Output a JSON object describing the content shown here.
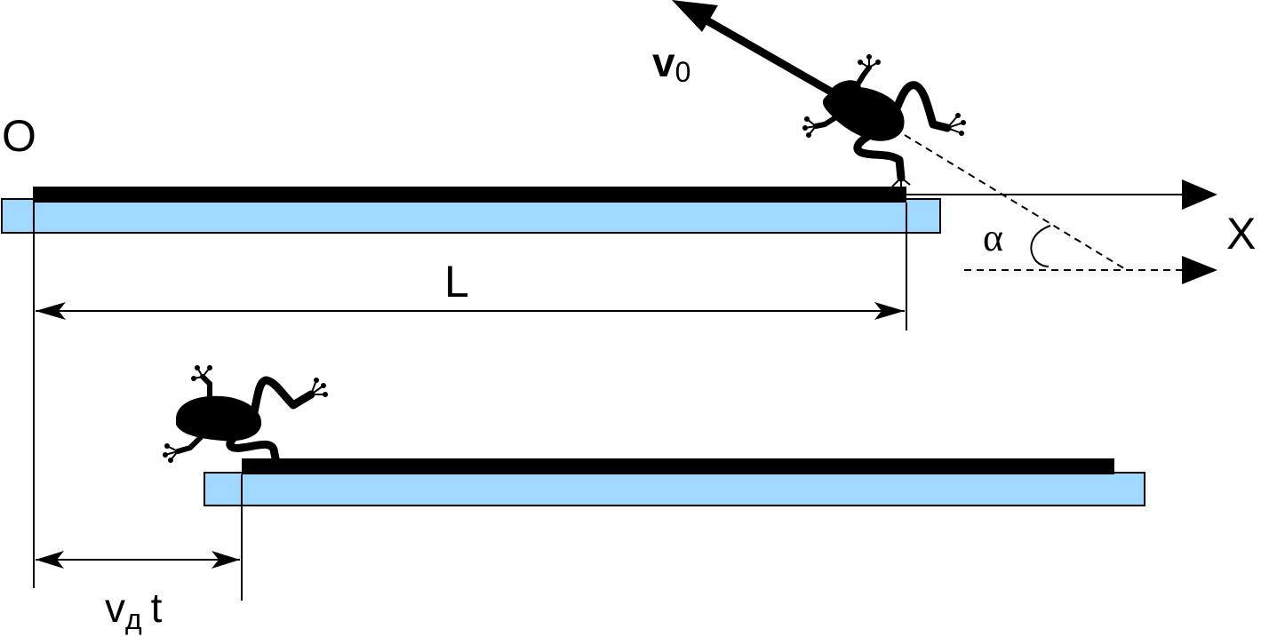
{
  "labels": {
    "origin": "O",
    "axis_x": "X",
    "velocity_main": "v",
    "velocity_sub": "0",
    "length": "L",
    "angle": "α",
    "board_speed_main": "v",
    "board_speed_sub": "д",
    "board_speed_time": "t"
  },
  "colors": {
    "water": "#a0d8ff",
    "board": "#000000",
    "frog": "#000000",
    "lines": "#000000"
  },
  "icons": {
    "frog_top": "frog-icon",
    "frog_bottom": "frog-icon"
  }
}
